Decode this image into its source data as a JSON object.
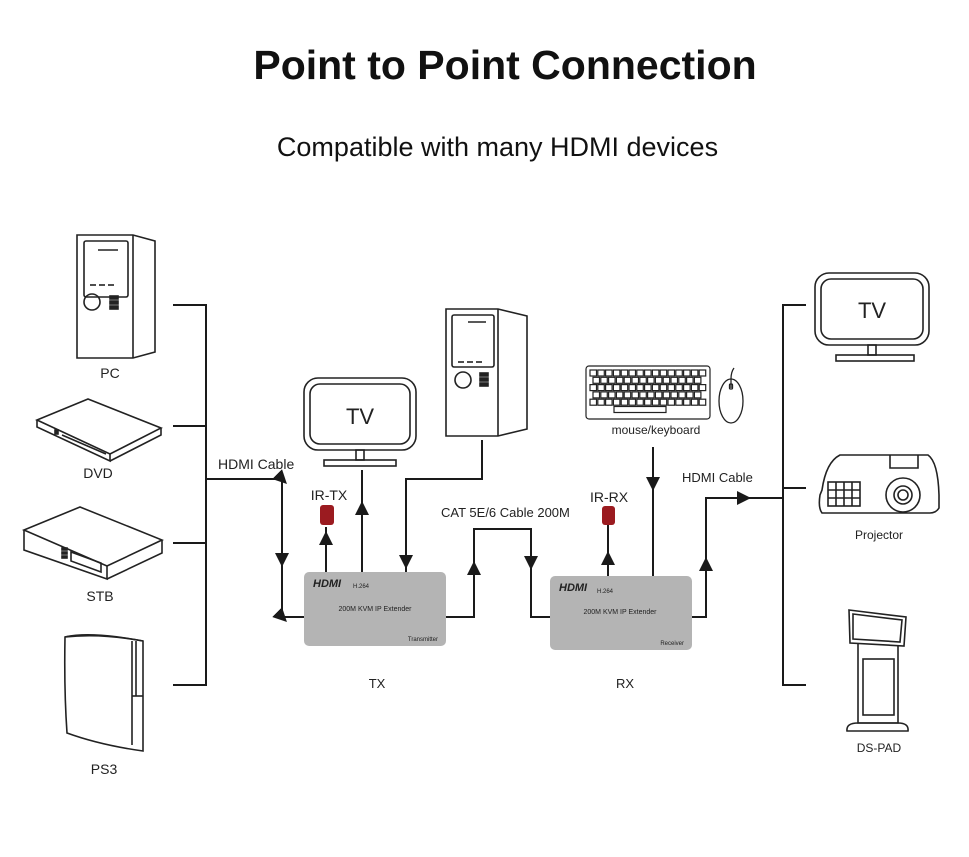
{
  "header": {
    "title": "Point to Point Connection",
    "subtitle": "Compatible with many HDMI devices"
  },
  "sources": [
    {
      "id": "pc",
      "label": "PC"
    },
    {
      "id": "dvd",
      "label": "DVD"
    },
    {
      "id": "stb",
      "label": "STB"
    },
    {
      "id": "ps3",
      "label": "PS3"
    }
  ],
  "displays": [
    {
      "id": "tv",
      "label": "TV"
    },
    {
      "id": "projector",
      "label": "Projector"
    },
    {
      "id": "ds-pad",
      "label": "DS-PAD"
    }
  ],
  "tx_side": {
    "tv_label": "TV",
    "ir_label": "IR-TX",
    "hdmi_cable_label": "HDMI Cable",
    "unit": {
      "brand": "HDMI",
      "codec": "H.264",
      "name": "200M KVM IP Extender",
      "role": "Transmitter",
      "caption": "TX"
    }
  },
  "link": {
    "cable_label": "CAT 5E/6 Cable 200M"
  },
  "rx_side": {
    "ir_label": "IR-RX",
    "peripheral_label": "mouse/keyboard",
    "hdmi_cable_label": "HDMI Cable",
    "unit": {
      "brand": "HDMI",
      "codec": "H.264",
      "name": "200M KVM IP Extender",
      "role": "Receiver",
      "caption": "RX"
    }
  },
  "colors": {
    "line": "#1a1a1a",
    "unit_fill": "#b4b4b4",
    "ir_sensor": "#9b1b20"
  }
}
